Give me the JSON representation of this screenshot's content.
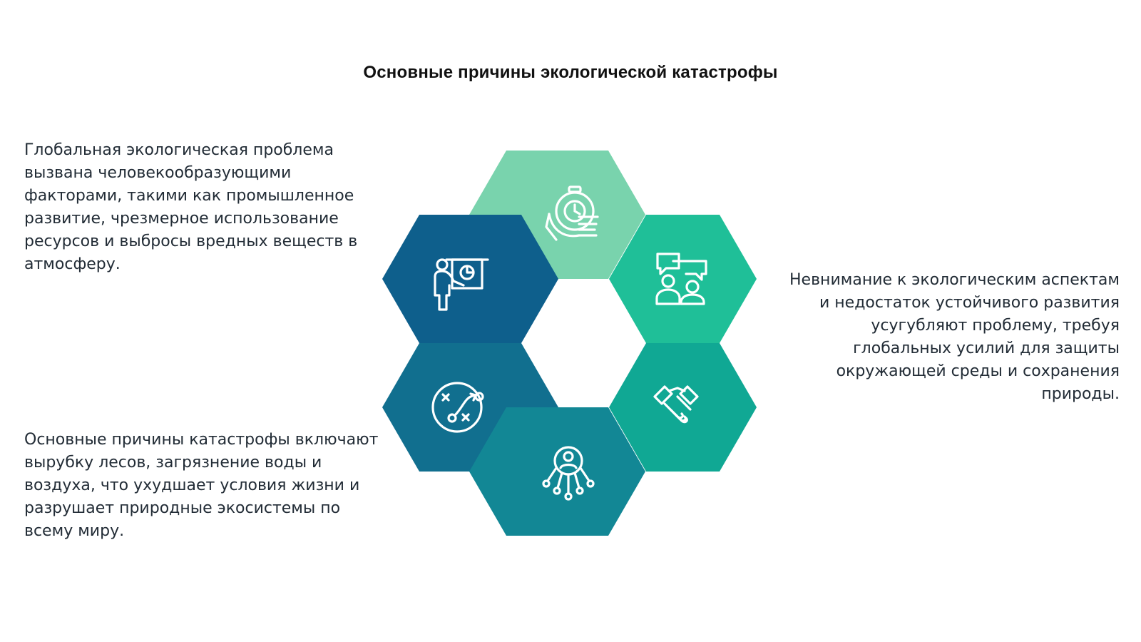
{
  "title": "Основные причины экологической катастрофы",
  "paragraphs": {
    "left_top": "Глобальная экологическая проблема вызвана человекообразующими факторами, такими как промышленное развитие, чрезмерное использование ресурсов и выбросы вредных веществ в атмосферу.",
    "left_bottom": "Основные причины катастрофы включают вырубку лесов, загрязнение воды и воздуха, что ухудшает условия жизни и разрушает природные экосистемы по всему миру.",
    "right": "Невнимание к экологическим аспектам и недостаток устойчивого развития усугубляют проблему, требуя глобальных усилий для защиты окружающей среды и сохранения природы."
  },
  "hexagons": [
    {
      "position": "top",
      "color": "#79d3ad",
      "icon": "stopwatch-hand-icon"
    },
    {
      "position": "upper-left",
      "color": "#0e5f8c",
      "icon": "presenter-board-icon"
    },
    {
      "position": "upper-right",
      "color": "#1fbf98",
      "icon": "discussion-group-icon"
    },
    {
      "position": "lower-left",
      "color": "#116f8f",
      "icon": "strategy-plan-icon"
    },
    {
      "position": "lower-right",
      "color": "#10a894",
      "icon": "handshake-icon"
    },
    {
      "position": "bottom",
      "color": "#128795",
      "icon": "user-network-icon"
    }
  ]
}
